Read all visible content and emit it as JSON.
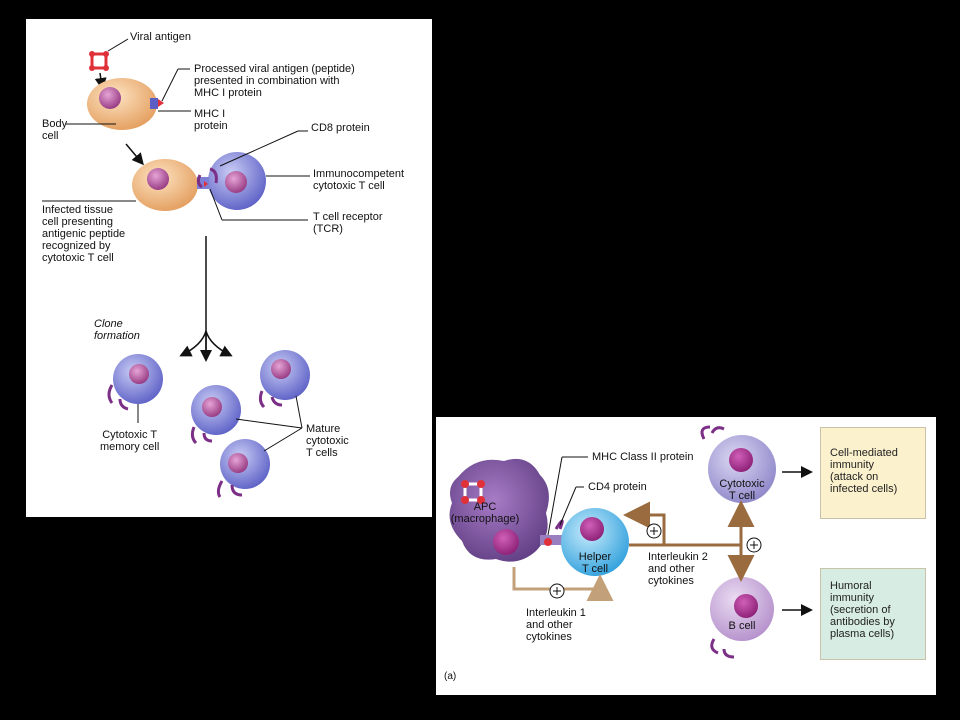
{
  "left_panel": {
    "labels": {
      "viral_antigen": "Viral antigen",
      "processed_antigen": "Processed viral antigen (peptide)\npresented in combination with\nMHC I protein",
      "mhc_i_protein": "MHC I\nprotein",
      "body_cell": "Body\ncell",
      "cd8_protein": "CD8 protein",
      "immunocompetent_tcell": "Immunocompetent\ncytotoxic T cell",
      "infected_tissue_cell": "Infected tissue\ncell presenting\nantigenic peptide\nrecognized by\ncytotoxic T cell",
      "tcr": "T cell receptor\n(TCR)",
      "clone_formation": "Clone\nformation",
      "memory_cell": "Cytotoxic T\nmemory cell",
      "mature_cells": "Mature\ncytotoxic\nT cells"
    }
  },
  "right_panel": {
    "labels": {
      "mhc_class_ii": "MHC Class II protein",
      "cd4_protein": "CD4 protein",
      "apc": "APC\n(macrophage)",
      "helper_tcell": "Helper\nT cell",
      "cytotoxic_tcell": "Cytotoxic\nT cell",
      "b_cell": "B cell",
      "interleukin_2": "Interleukin 2\nand other\ncytokines",
      "interleukin_1": "Interleukin 1\nand other\ncytokines",
      "cell_mediated": "Cell-mediated\nimmunity\n(attack on\ninfected cells)",
      "humoral": "Humoral\nimmunity\n(secretion of\nantibodies by\nplasma cells)",
      "panel_letter": "(a)",
      "plus": "+"
    }
  },
  "colors": {
    "body_cell": "#f0b37e",
    "cytotoxic_cell": "#7d7fd6",
    "nucleus": "#b04f9b",
    "apc": "#7a4f9c",
    "helper_cell": "#55b8ea",
    "b_cell": "#c7a6d6",
    "arrow_tan": "#c2a07a",
    "arrow_brown": "#9a6b3e",
    "cell_mediated_box": "#fbf1cc",
    "humoral_box": "#d7ece3",
    "antigen_red": "#e0303a"
  }
}
